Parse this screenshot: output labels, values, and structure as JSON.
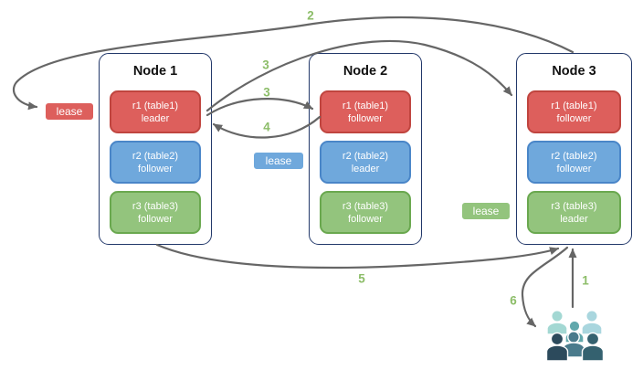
{
  "diagram": {
    "title": "replica-lease-diagram",
    "nodes": [
      {
        "title": "Node 1",
        "replicas": [
          {
            "name": "r1 (table1)",
            "role": "leader",
            "color": "red"
          },
          {
            "name": "r2 (table2)",
            "role": "follower",
            "color": "blue"
          },
          {
            "name": "r3 (table3)",
            "role": "follower",
            "color": "green"
          }
        ]
      },
      {
        "title": "Node 2",
        "replicas": [
          {
            "name": "r1 (table1)",
            "role": "follower",
            "color": "red"
          },
          {
            "name": "r2 (table2)",
            "role": "leader",
            "color": "blue"
          },
          {
            "name": "r3 (table3)",
            "role": "follower",
            "color": "green"
          }
        ]
      },
      {
        "title": "Node 3",
        "replicas": [
          {
            "name": "r1 (table1)",
            "role": "follower",
            "color": "red"
          },
          {
            "name": "r2 (table2)",
            "role": "follower",
            "color": "blue"
          },
          {
            "name": "r3 (table3)",
            "role": "leader",
            "color": "green"
          }
        ]
      }
    ],
    "leases": [
      {
        "label": "lease",
        "color": "red"
      },
      {
        "label": "lease",
        "color": "blue"
      },
      {
        "label": "lease",
        "color": "green"
      }
    ],
    "steps": {
      "step1": "1",
      "step2": "2",
      "step3a": "3",
      "step3b": "3",
      "step4": "4",
      "step5": "5",
      "step6": "6"
    },
    "icons": {
      "clients_group": "clients-group-icon"
    },
    "colors": {
      "red_fill": "#dd5f5c",
      "red_border": "#c0453f",
      "blue_fill": "#6fa8dc",
      "blue_border": "#4a86c8",
      "green_fill": "#93c47d",
      "green_border": "#6aa84f",
      "node_border": "#22386a",
      "arrow": "#666666",
      "step_label": "#8cbd68",
      "clients_light_teal": "#a3d8d3",
      "clients_light_blue": "#a9d6de",
      "clients_mid_teal": "#61a8ac",
      "clients_slate": "#4a7b8c",
      "clients_dark_navy": "#2c4a5c",
      "clients_dark_teal": "#34616f"
    }
  }
}
